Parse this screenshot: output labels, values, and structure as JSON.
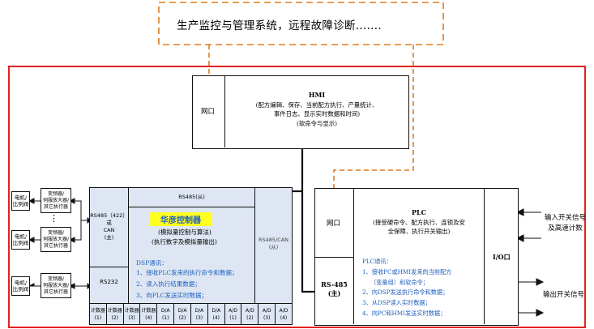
{
  "top_banner": {
    "text": "生产监控与管理系统，远程故障诊断……."
  },
  "hmi": {
    "port_label": "网口",
    "title": "HMI",
    "lines": [
      "(配方编辑、保存、当前配方执行、产量统计、",
      "事件日志、显示实时数据和时间)",
      "(软命令与显示)"
    ]
  },
  "left_devices": [
    {
      "device": "电机/\n比例阀",
      "driver": "变频器/\n伺服放大器/\n其它执行器"
    },
    {
      "device": "电机/\n比例阀",
      "driver": "变频器/\n伺服放大器/\n其它执行器"
    },
    {
      "device": "电机/\n比例阀",
      "driver": "变频器/\n伺服放大器/\n其它执行器"
    }
  ],
  "ellipsis": "⋮",
  "controller": {
    "rs485_can_master": "RS485（422）\n或\nCAN\n(主)",
    "rs232": "RS232",
    "rs485_slave": "RS485(从)",
    "rs485_can_slave": "RS485/CAN\n(从)",
    "name": "华彦控制器",
    "subtitle": [
      "(模拟量控制与算法)",
      "(执行数字及模拟量输出)"
    ],
    "dsp_title": "DSP通讯：",
    "dsp_items": [
      "1、接收PLC发来的执行命令和数据；",
      "2、读入执行结果数据；",
      "3、向PLC发送实时数据；"
    ],
    "io_blocks": [
      "计数器\n(1)",
      "计数器\n(2)",
      "计数器\n(3)",
      "计数器\n(4)",
      "D/A\n(1)",
      "D/A\n(2)",
      "D/A\n(3)",
      "D/A\n(4)",
      "A/D\n(1)",
      "A/D\n(2)",
      "A/D\n(3)",
      "A/D\n(4)"
    ]
  },
  "plc": {
    "port_label": "网口",
    "rs485_label": "RS-485\n(主)",
    "title": "PLC",
    "lines": [
      "(接受硬命令、配方执行、连锁及安",
      "全保障、执行开关输出)"
    ],
    "comm_title": "PLC通讯：",
    "comm_items": [
      "1、接收PC或HMI发来的当前配方",
      "（变量组）和软命令；",
      "2、向DSP发送执行命令和数据；",
      "3、从DSP读入实时数据；",
      "4、向PC和HMI发送实时数据；"
    ],
    "io_label": "I/O口"
  },
  "right_signals": {
    "input": "输入开关信号\n及高速计数",
    "output": "输出开关信号"
  },
  "colors": {
    "accent_orange": "#e07b1f",
    "frame_red": "#e32222",
    "controller_fill": "#dde6f2",
    "name_highlight": "#ffff22",
    "text_blue": "#1f5fbf"
  }
}
